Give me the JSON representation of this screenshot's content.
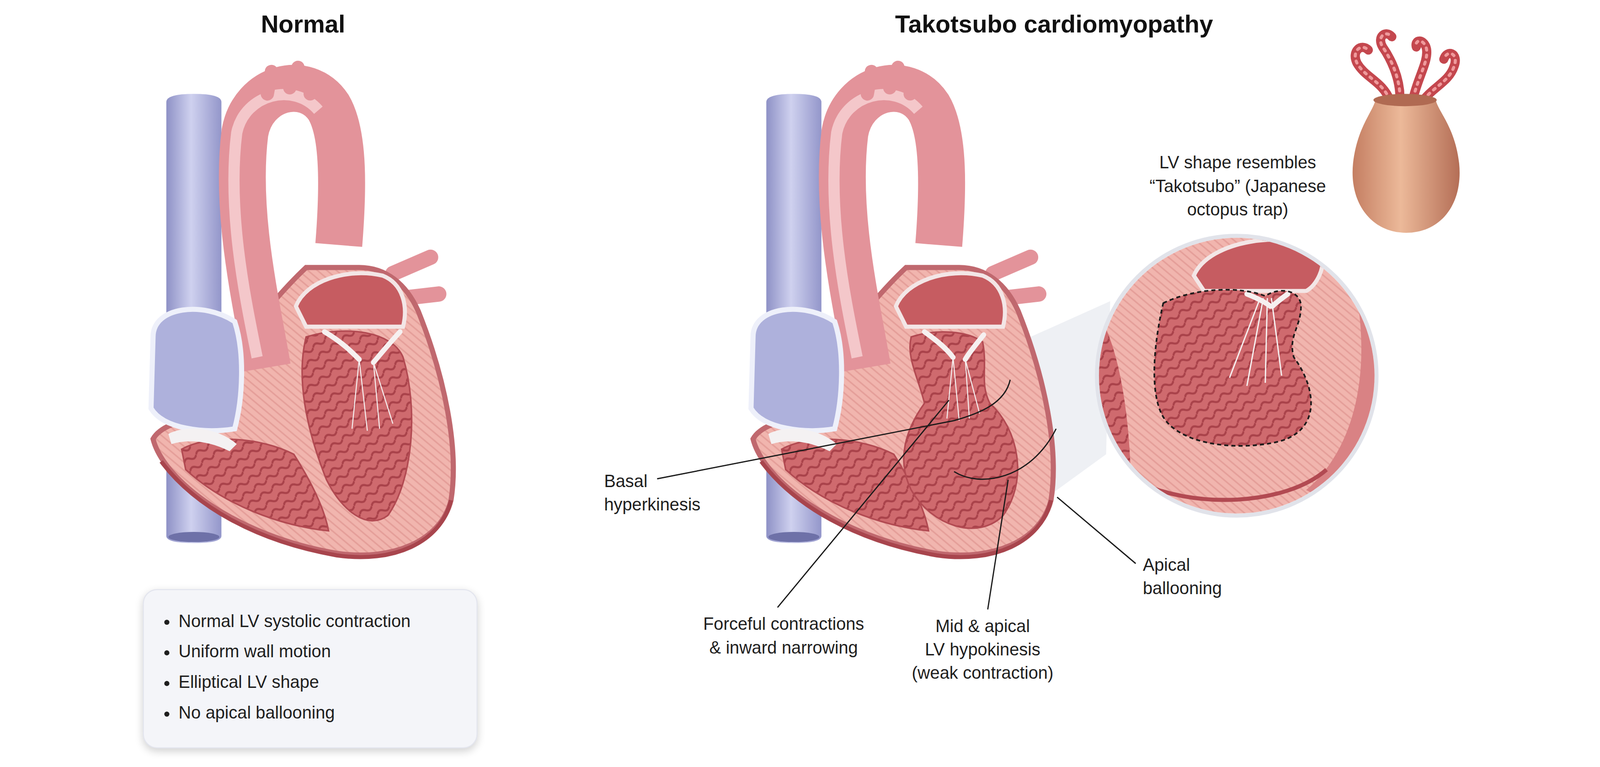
{
  "diagram": {
    "nodes": [
      {
        "text": [
          "Normal LV systolic contraction",
          "Uniform wall motion",
          "Elliptical LV shape",
          "No apical ballooning"
        ]
      }
    ],
    "labels": [
      "Normal",
      "Takotsubo cardiomyopathy",
      "LV shape resembles “Takotsubo” (Japanese octopus trap)",
      "Basal hyperkinesis",
      "Forceful contractions & inward narrowing",
      "Mid & apical LV hypokinesis (weak contraction)",
      "Apical ballooning"
    ]
  }
}
